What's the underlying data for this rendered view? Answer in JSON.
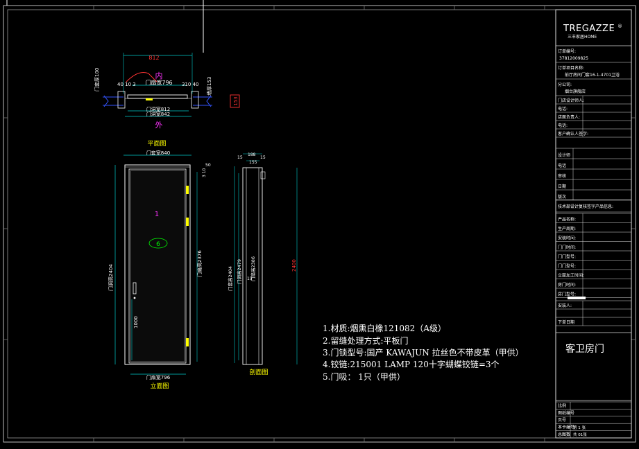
{
  "drawing": {
    "labels": {
      "plan_title": "平面图",
      "elevation_title": "立面图",
      "section_title": "剖面图",
      "inside": "内",
      "outside": "外",
      "dim_top": "812",
      "dim_door_width_top": "门扇宽796",
      "dim_left_small": "40 10 3",
      "dim_right_small": "310 40",
      "dim_left_vertical": "门套厚100",
      "dim_right_vertical": "墙厚153",
      "dim_plan_bottom_1": "门洞宽812",
      "dim_plan_bottom_2": "门洞宽842",
      "dim_red_box": "153",
      "dim_elev_top": "门套宽840",
      "dim_elev_bottom": "门扇宽796",
      "dim_elev_left": "门洞高2404",
      "dim_elev_right": "门扇高2376",
      "dim_handle_height": "1000",
      "dim_elev_right_small_1": "50",
      "dim_elev_right_small_2": "3 10",
      "dim_sec_top_1": "188",
      "dim_sec_top_2": "15",
      "dim_sec_top_3": "155",
      "dim_sec_top_4": "15",
      "dim_sec_left_1": "门套高2404",
      "dim_sec_left_2": "门洞高2479",
      "dim_sec_right": "门扇高2386",
      "dim_sec_small": "15",
      "dim_sec_far_right": "2400",
      "leaf_number": "1",
      "leaf_ellipse": "6"
    },
    "notes": [
      "1.材质:烟熏白橡121082（A级）",
      "2.留缝处理方式:平板门",
      "3.门锁型号:国产 KAWAJUN 拉丝色不带皮革（甲供）",
      "4.铰链:215001 LAMP 120十字蝴蝶铰链=3个",
      "5.门吸： 1只（甲供）"
    ]
  },
  "title_block": {
    "brand": "TREGAZZE",
    "brand_sub": "三丰家居HOME",
    "order_no_label": "订单编号:",
    "order_no": "37812009825",
    "project_label": "订单项目名称:",
    "project": "前厅房间门套16-1-4701卫浴",
    "branch_label": "分公司:",
    "branch": "烟台旗舰店",
    "rows_a": [
      "门店设计师人:",
      "电话:",
      "店面负责人:",
      "电话:",
      "客户确认人签字:"
    ],
    "rows_b": [
      "设计师",
      "电话",
      "审核",
      "日期",
      "版次"
    ],
    "section_head": "技术部设计复核签字产品信息:",
    "rows_c": [
      "产品名称:",
      "生产周期:",
      "安装时间:",
      "门门时间:",
      "门门型号:",
      "门门型号:",
      "立面加工时间:",
      "房门时间:",
      "房门型号:"
    ],
    "rows_d": [
      "安装人:",
      "",
      "下单日期"
    ],
    "product_name": "客卫房门",
    "bottom_rows": [
      "比例",
      "图纸编号",
      "页号",
      "本卡编号",
      "总图数"
    ],
    "page_text": "第 1 张",
    "total_text": "共 01张"
  }
}
